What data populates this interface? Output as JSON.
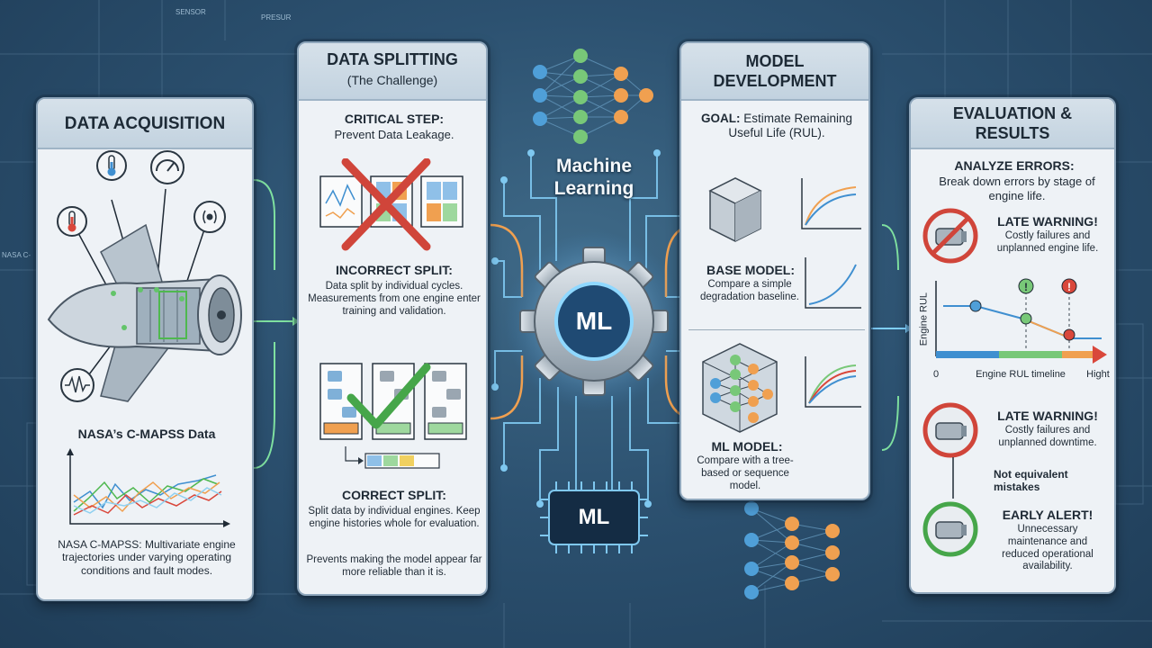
{
  "colors": {
    "background": "#2c5170",
    "panel": "#eef2f6",
    "circuit": "#7fc8f0",
    "accent_orange": "#f0a050",
    "accent_green": "#7fe0a0",
    "error_red": "#d0453a",
    "ok_green": "#46a64a"
  },
  "backdrop": {
    "sensor_label": "SENSOR",
    "pressure_label": "PRESUR",
    "nasa_label": "NASA C-"
  },
  "acquisition": {
    "title": "DATA ACQUISITION",
    "icons": [
      "thermometer-icon",
      "gauge-icon",
      "sound-wave-icon",
      "thermometer-icon",
      "vibration-wave-icon"
    ],
    "data_title": "NASA’s C-MAPSS Data",
    "caption": "NASA C-MAPSS: Multivariate engine trajectories under varying operating conditions and fault modes."
  },
  "splitting": {
    "title": "DATA SPLITTING",
    "subtitle": "(The Challenge)",
    "critical_label": "CRITICAL STEP:",
    "critical_text": "Prevent Data Leakage.",
    "incorrect_label": "INCORRECT SPLIT:",
    "incorrect_text": "Data split by individual cycles. Measurements from one engine enter training and validation.",
    "correct_label": "CORRECT SPLIT:",
    "correct_text": "Split data by individual engines. Keep engine histories whole for evaluation.",
    "footer_text": "Prevents making the model appear far more reliable than it is."
  },
  "center": {
    "ml_label": "Machine Learning",
    "gear_label": "ML",
    "chip_label": "ML"
  },
  "development": {
    "title": "MODEL DEVELOPMENT",
    "goal_label": "GOAL:",
    "goal_text": "Estimate Remaining Useful Life (RUL).",
    "base_label": "BASE MODEL:",
    "base_text": "Compare a simple degradation baseline.",
    "ml_label": "ML MODEL:",
    "ml_text": "Compare with a tree-based or sequence model."
  },
  "evaluation": {
    "title": "EVALUATION & RESULTS",
    "analyze_label": "ANALYZE ERRORS:",
    "analyze_text": "Break down errors by stage of engine life.",
    "warning1_label": "LATE WARNING!",
    "warning1_text": "Costly failures and unplanned engine life.",
    "chart_ylabel": "Engine RUL",
    "chart_x_start": "0",
    "chart_xlabel": "Engine RUL timeline",
    "chart_x_end": "Hight",
    "warning2_label": "LATE WARNING!",
    "warning2_text": "Costly failures and unplanned downtime.",
    "not_equivalent": "Not equivalent mistakes",
    "alert_label": "EARLY ALERT!",
    "alert_text": "Unnecessary maintenance and reduced operational availability."
  }
}
